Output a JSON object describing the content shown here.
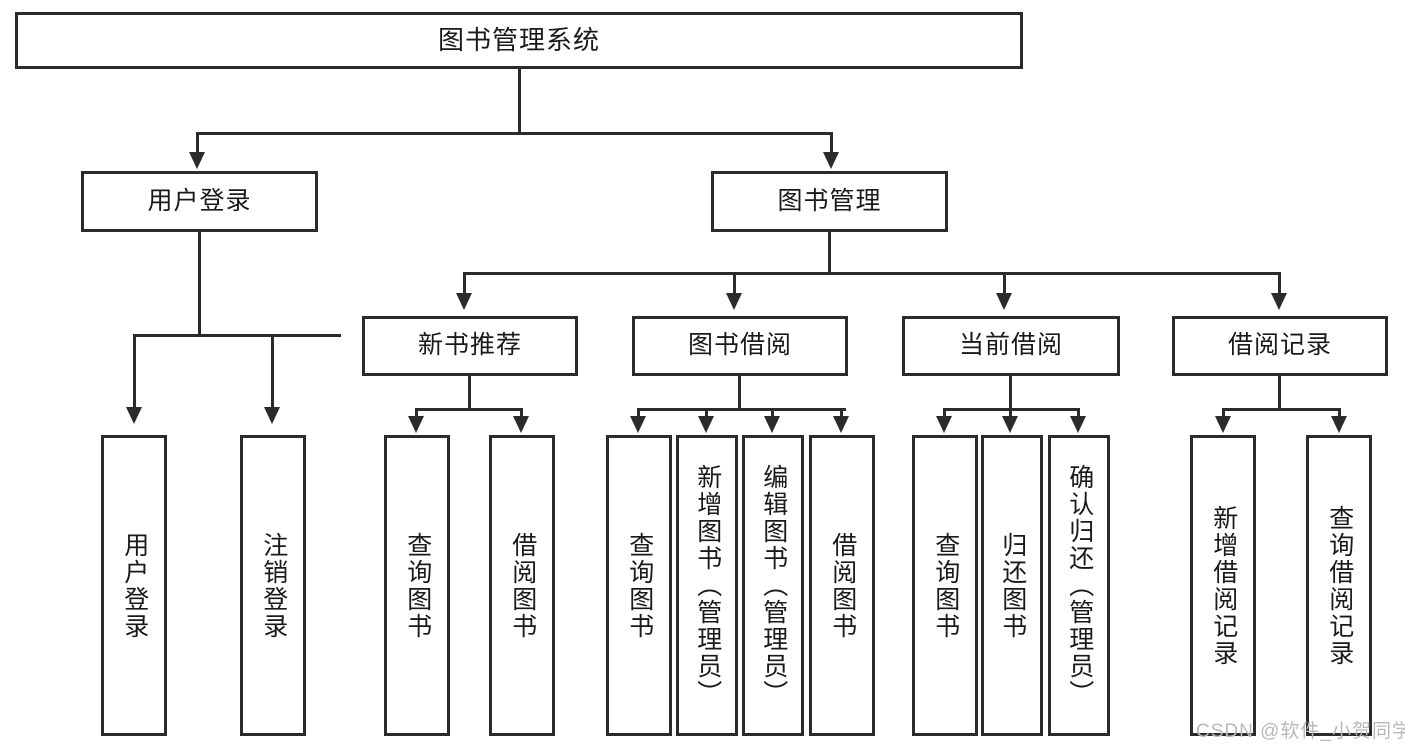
{
  "diagram": {
    "title": "图书管理系统",
    "type": "hierarchy-tree",
    "root": {
      "label": "图书管理系统"
    },
    "level2": [
      {
        "label": "用户登录"
      },
      {
        "label": "图书管理"
      }
    ],
    "level3": [
      {
        "label": "新书推荐"
      },
      {
        "label": "图书借阅"
      },
      {
        "label": "当前借阅"
      },
      {
        "label": "借阅记录"
      }
    ],
    "leaves": {
      "user_login": [
        {
          "label": "用户登录"
        },
        {
          "label": "注销登录"
        }
      ],
      "new_book": [
        {
          "label": "查询图书"
        },
        {
          "label": "借阅图书"
        }
      ],
      "book_borrow": [
        {
          "label": "查询图书"
        },
        {
          "label": "新增图书（管理员）"
        },
        {
          "label": "编辑图书（管理员）"
        },
        {
          "label": "借阅图书"
        }
      ],
      "current_borrow": [
        {
          "label": "查询图书"
        },
        {
          "label": "归还图书"
        },
        {
          "label": "确认归还（管理员）"
        }
      ],
      "borrow_record": [
        {
          "label": "新增借阅记录"
        },
        {
          "label": "查询借阅记录"
        }
      ]
    }
  },
  "watermark": {
    "text": "CSDN @软件_小贺同学"
  },
  "colors": {
    "stroke": "#2b2b2b",
    "fill": "#ffffff",
    "text": "#1a1a1a",
    "watermark": "#b9b9b9"
  }
}
